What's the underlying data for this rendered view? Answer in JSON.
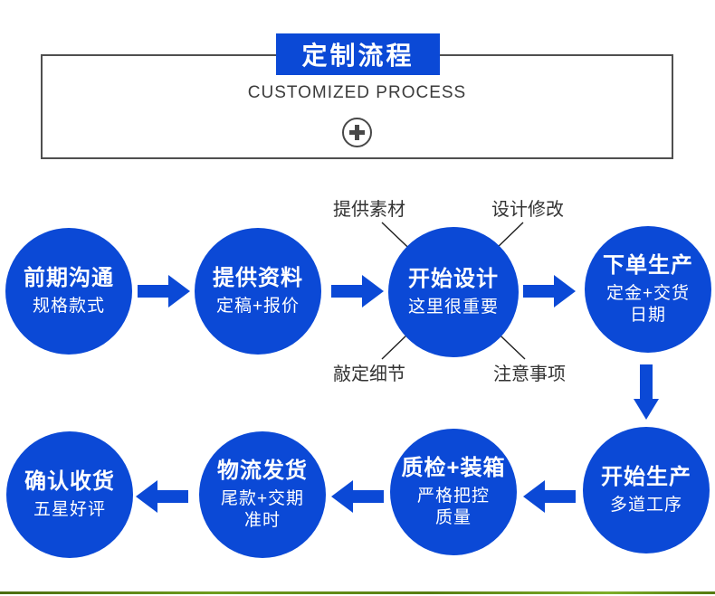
{
  "header": {
    "title": "定制流程",
    "subtitle": "CUSTOMIZED PROCESS",
    "plus_icon": "+"
  },
  "colors": {
    "primary_blue": "#0b49d6",
    "box_border_gray": "#4f4f4f",
    "annotation_text": "#333333",
    "footer_green": "#6f9c1e"
  },
  "flow": {
    "nodes": [
      {
        "id": "early-communication",
        "title": "前期沟通",
        "lines": [
          "规格款式"
        ]
      },
      {
        "id": "provide-info",
        "title": "提供资料",
        "lines": [
          "定稿+报价"
        ]
      },
      {
        "id": "start-design",
        "title": "开始设计",
        "lines": [
          "这里很重要"
        ]
      },
      {
        "id": "order-production",
        "title": "下单生产",
        "lines": [
          "定金+交货",
          "日期"
        ]
      },
      {
        "id": "start-production",
        "title": "开始生产",
        "lines": [
          "多道工序"
        ]
      },
      {
        "id": "qc-packing",
        "title": "质检+装箱",
        "lines": [
          "严格把控",
          "质量"
        ]
      },
      {
        "id": "logistics-shipping",
        "title": "物流发货",
        "lines": [
          "尾款+交期",
          "准时"
        ]
      },
      {
        "id": "confirm-receipt",
        "title": "确认收货",
        "lines": [
          "五星好评"
        ]
      }
    ],
    "annotations": [
      {
        "id": "provide-material",
        "text": "提供素材"
      },
      {
        "id": "design-revision",
        "text": "设计修改"
      },
      {
        "id": "finalize-details",
        "text": "敲定细节"
      },
      {
        "id": "cautions",
        "text": "注意事项"
      }
    ]
  }
}
